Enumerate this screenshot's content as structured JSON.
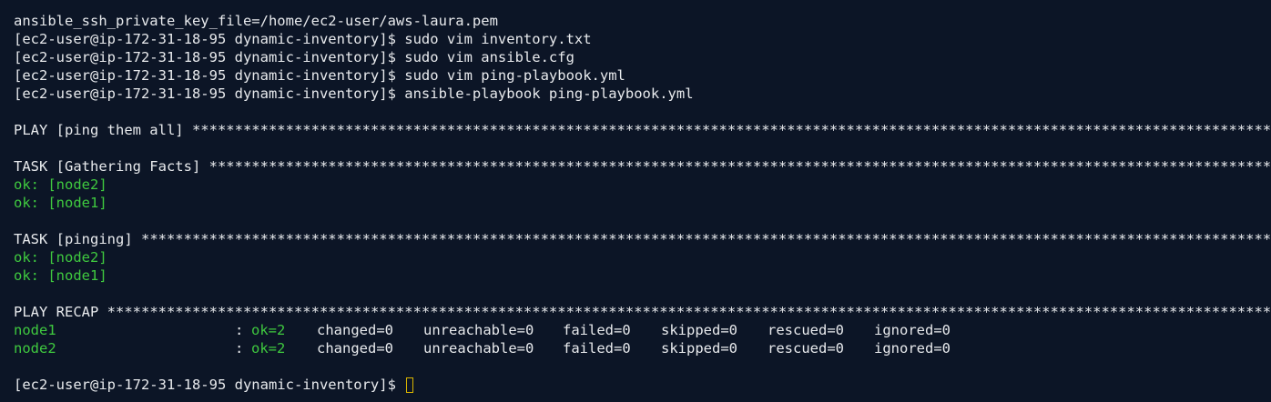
{
  "colors": {
    "background": "#0c1526",
    "text": "#e8eaed",
    "ok_green": "#3fc93f",
    "cursor_yellow": "#d8b400"
  },
  "commands": [
    "ansible_ssh_private_key_file=/home/ec2-user/aws-laura.pem",
    "[ec2-user@ip-172-31-18-95 dynamic-inventory]$ sudo vim inventory.txt",
    "[ec2-user@ip-172-31-18-95 dynamic-inventory]$ sudo vim ansible.cfg",
    "[ec2-user@ip-172-31-18-95 dynamic-inventory]$ sudo vim ping-playbook.yml",
    "[ec2-user@ip-172-31-18-95 dynamic-inventory]$ ansible-playbook ping-playbook.yml"
  ],
  "play": {
    "header": "PLAY [ping them all] ",
    "stars": "*********************************************************************************************************************************************"
  },
  "task_facts": {
    "header": "TASK [Gathering Facts] ",
    "stars": "*******************************************************************************************************************************************",
    "results": [
      "ok: [node2]",
      "ok: [node1]"
    ]
  },
  "task_ping": {
    "header": "TASK [pinging] ",
    "stars": "***************************************************************************************************************************************************",
    "results": [
      "ok: [node2]",
      "ok: [node1]"
    ]
  },
  "recap": {
    "header": "PLAY RECAP ",
    "stars": "*******************************************************************************************************************************************************",
    "rows": [
      {
        "host": "node1",
        "sep": ": ",
        "ok": "ok=2",
        "changed": "changed=0",
        "unreachable": "unreachable=0",
        "failed": "failed=0",
        "skipped": "skipped=0",
        "rescued": "rescued=0",
        "ignored": "ignored=0"
      },
      {
        "host": "node2",
        "sep": ": ",
        "ok": "ok=2",
        "changed": "changed=0",
        "unreachable": "unreachable=0",
        "failed": "failed=0",
        "skipped": "skipped=0",
        "rescued": "rescued=0",
        "ignored": "ignored=0"
      }
    ]
  },
  "prompt": "[ec2-user@ip-172-31-18-95 dynamic-inventory]$ "
}
